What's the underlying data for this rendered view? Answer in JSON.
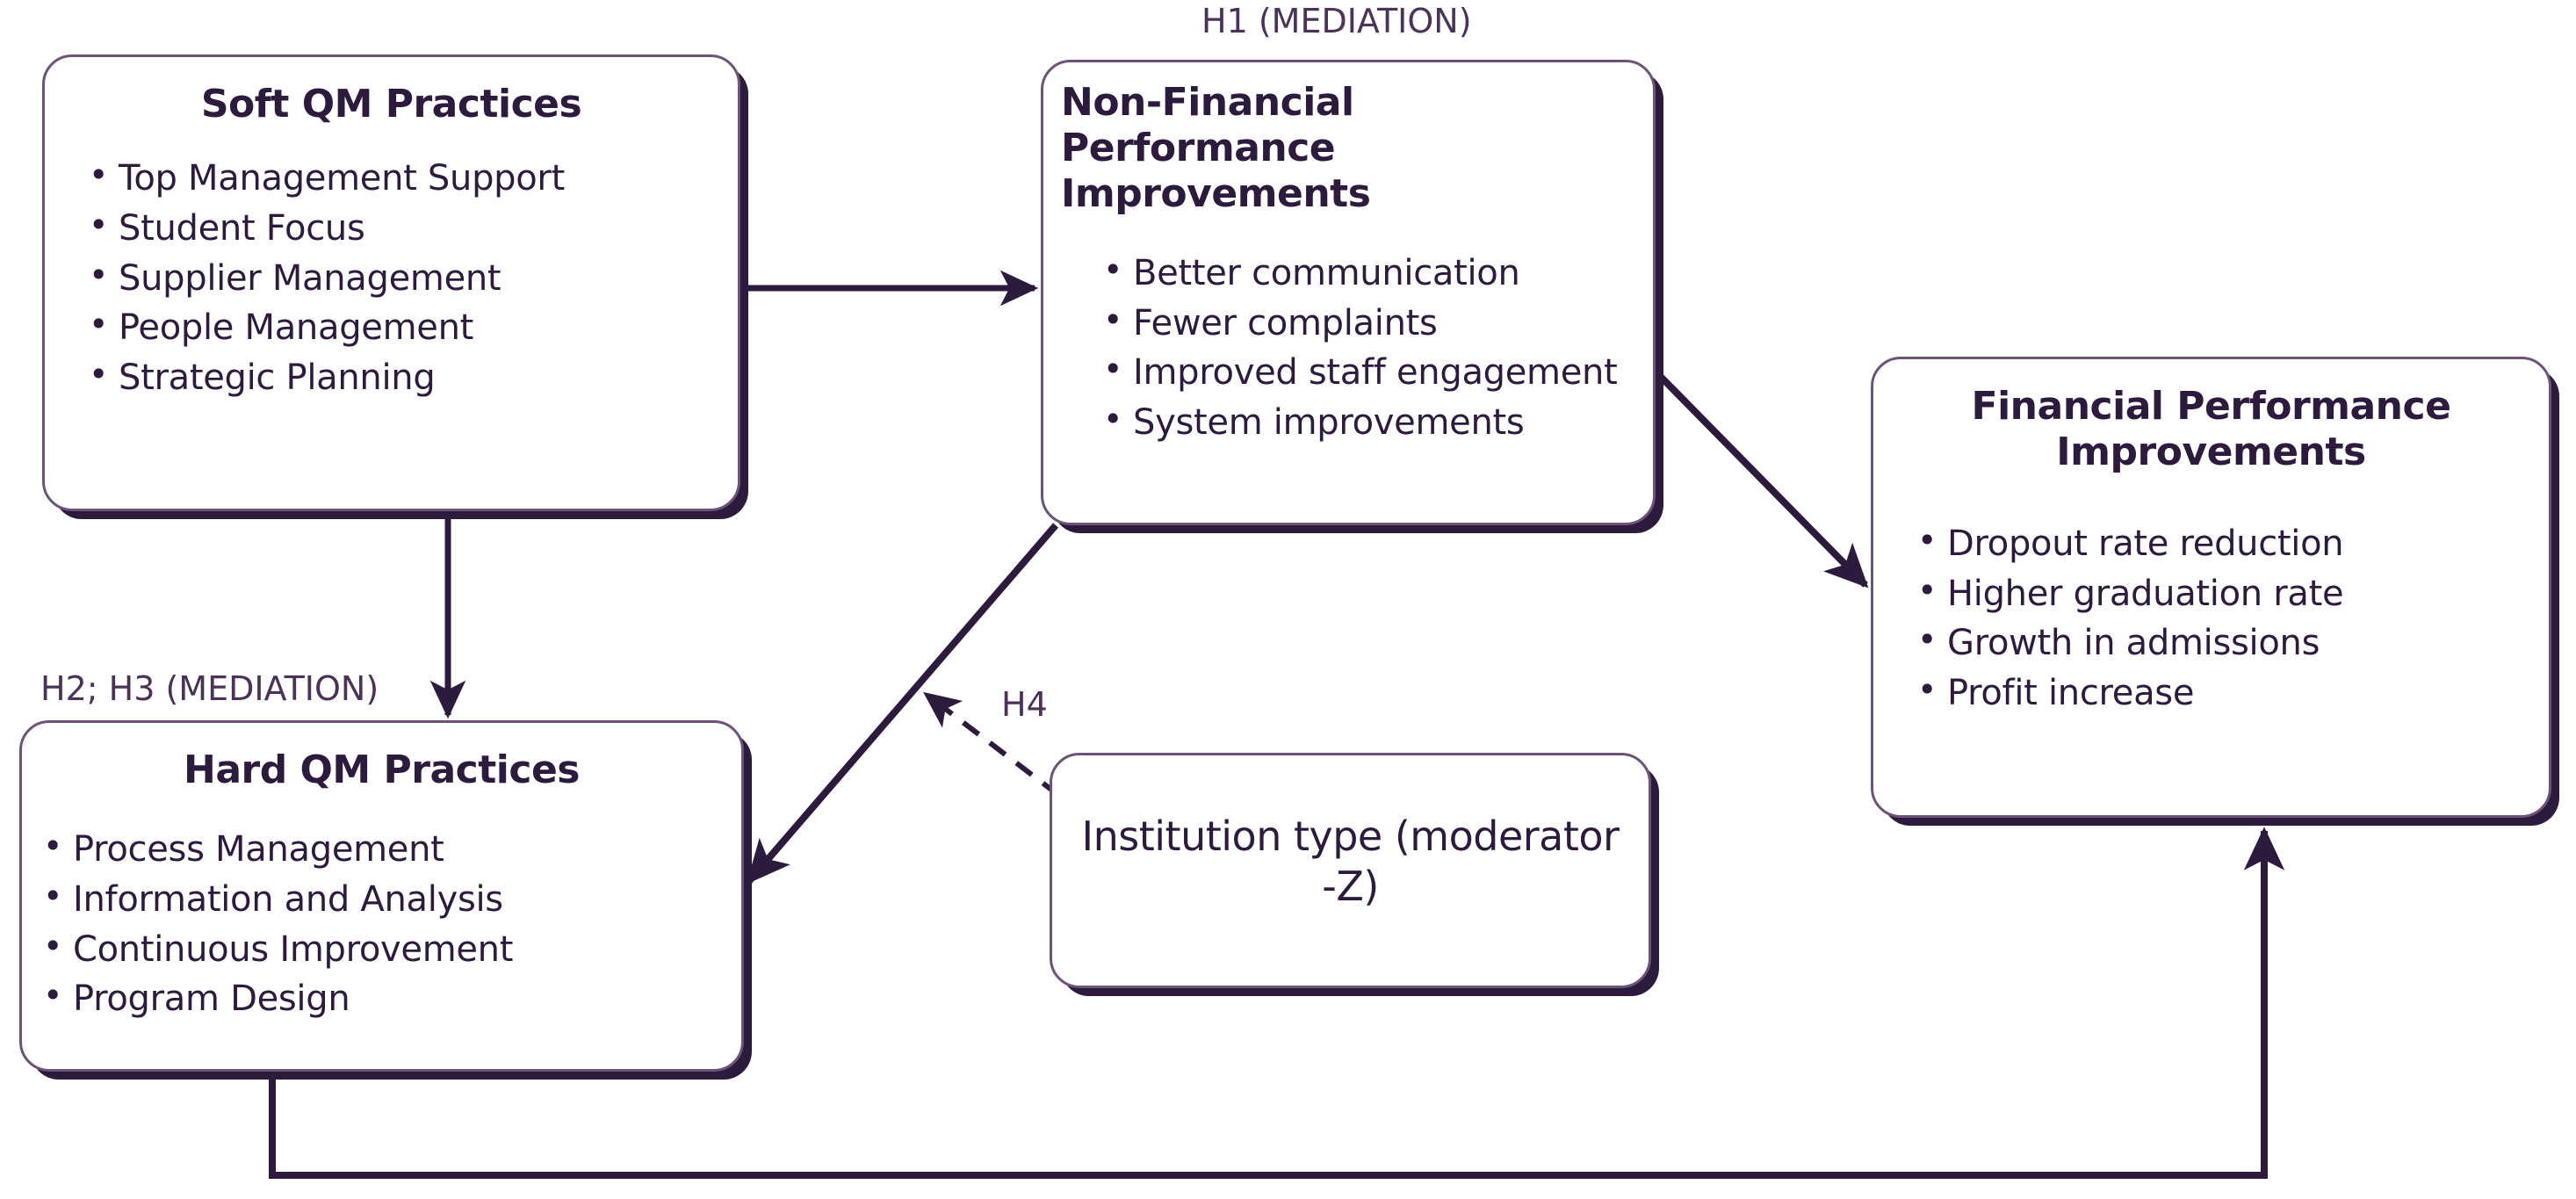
{
  "diagram": {
    "title_visible": false,
    "accent_color": "#2d1b3d",
    "border_color": "#6b5478",
    "background": "#ffffff"
  },
  "nodes": {
    "soft_qm": {
      "title": "Soft QM Practices",
      "items": [
        "Top Management Support",
        "Student Focus",
        "Supplier Management",
        "People Management",
        "Strategic Planning"
      ]
    },
    "non_financial": {
      "title": "Non-Financial Performance Improvements",
      "items": [
        "Better communication",
        "Fewer complaints",
        "Improved staff engagement",
        "System improvements"
      ]
    },
    "financial": {
      "title": "Financial Performance Improvements",
      "items": [
        "Dropout rate reduction",
        "Higher graduation rate",
        "Growth in admissions",
        "Profit increase"
      ]
    },
    "hard_qm": {
      "title": "Hard QM Practices",
      "items": [
        "Process Management",
        "Information and Analysis",
        "Continuous Improvement",
        "Program Design"
      ]
    },
    "institution": {
      "title": "Institution type (moderator -Z)"
    }
  },
  "labels": {
    "h1": "H1 (MEDIATION)",
    "h2_h3": "H2; H3 (MEDIATION)",
    "h4": "H4"
  },
  "edges": [
    {
      "name": "soft-to-nonfinancial",
      "style": "solid",
      "arrow": "end"
    },
    {
      "name": "soft-to-hard",
      "style": "solid",
      "arrow": "end"
    },
    {
      "name": "nonfinancial-to-financial",
      "style": "solid",
      "arrow": "end"
    },
    {
      "name": "nonfinancial-to-hard",
      "style": "solid",
      "arrow": "end"
    },
    {
      "name": "institution-to-nonfinancial-hard-path",
      "style": "dashed",
      "arrow": "end"
    },
    {
      "name": "hard-to-financial",
      "style": "solid",
      "arrow": "end"
    }
  ]
}
